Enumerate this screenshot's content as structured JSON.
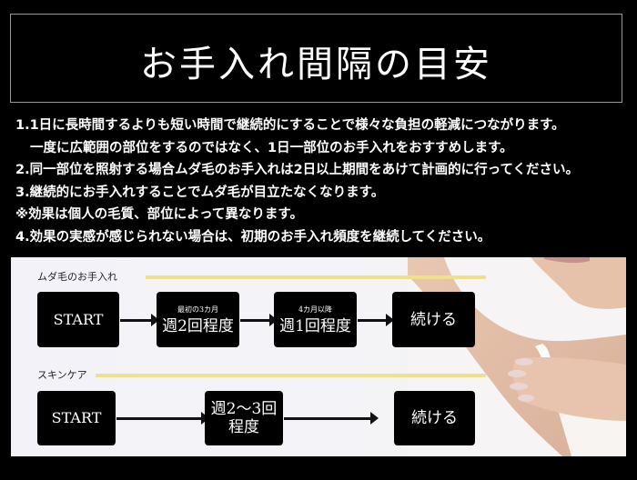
{
  "header": {
    "title": "お手入れ間隔の目安"
  },
  "notes": [
    "1.1日に長時間するよりも短い時間で継続的にすることで様々な負担の軽減につながります。",
    "一度に広範囲の部位をするのではなく、1日一部位のお手入れをおすすめします。",
    "2.同一部位を照射する場合ムダ毛のお手入れは2日以上期間をあけて計画的に行ってください。",
    "3.継続的にお手入れすることでムダ毛が目立たなくなります。",
    "※効果は個人の毛質、部位によって異なります。",
    "4.効果の実感が感じられない場合は、初期のお手入れ頻度を継続してください。"
  ],
  "flows": {
    "hair_removal": {
      "label": "ムダ毛のお手入れ",
      "steps": [
        {
          "caption": "",
          "text": "START"
        },
        {
          "caption": "最初の3カ月",
          "text": "週2回程度"
        },
        {
          "caption": "4カ月以降",
          "text": "週1回程度"
        },
        {
          "caption": "",
          "text": "続ける"
        }
      ]
    },
    "skin_care": {
      "label": "スキンケア",
      "steps": [
        {
          "text": "START"
        },
        {
          "text_line1": "週2〜3回",
          "text_line2": "程度"
        },
        {
          "text": "続ける"
        }
      ]
    }
  },
  "colors": {
    "background": "#000000",
    "accent_line": "#f0e08c",
    "box": "#000000",
    "panel": "#f3f3f8"
  },
  "image": {
    "subject": "woman-touching-underarm-photo"
  }
}
